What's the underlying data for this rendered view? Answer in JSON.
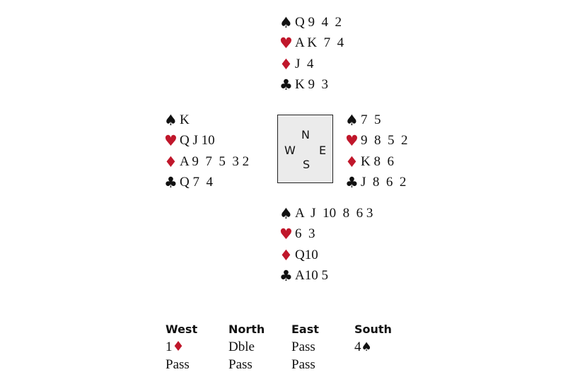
{
  "colors": {
    "red_suit": "#c0172b",
    "black_suit": "#111111",
    "compass_bg": "#ebebeb"
  },
  "suits": {
    "spades": "♠",
    "hearts": "♥",
    "diamonds": "♦",
    "clubs": "♣"
  },
  "hands": {
    "north": {
      "spades": "Q 9  4  2",
      "hearts": "A K  7  4",
      "diamonds": "J  4",
      "clubs": "K 9  3"
    },
    "west": {
      "spades": "K",
      "hearts": "Q J 10",
      "diamonds": "A 9  7  5  3 2",
      "clubs": "Q 7  4"
    },
    "east": {
      "spades": "7  5",
      "hearts": "9  8  5  2",
      "diamonds": "K 8  6",
      "clubs": "J  8  6  2"
    },
    "south": {
      "spades": "A  J  10  8  6 3",
      "hearts": "6  3",
      "diamonds": "Q10",
      "clubs": "A10 5"
    }
  },
  "compass": {
    "n": "N",
    "w": "W",
    "e": "E",
    "s": "S"
  },
  "auction": {
    "headers": [
      "West",
      "North",
      "East",
      "South"
    ],
    "rows": [
      [
        "1",
        "Dble",
        "Pass",
        "4"
      ],
      [
        "Pass",
        "Pass",
        "Pass",
        ""
      ]
    ]
  }
}
